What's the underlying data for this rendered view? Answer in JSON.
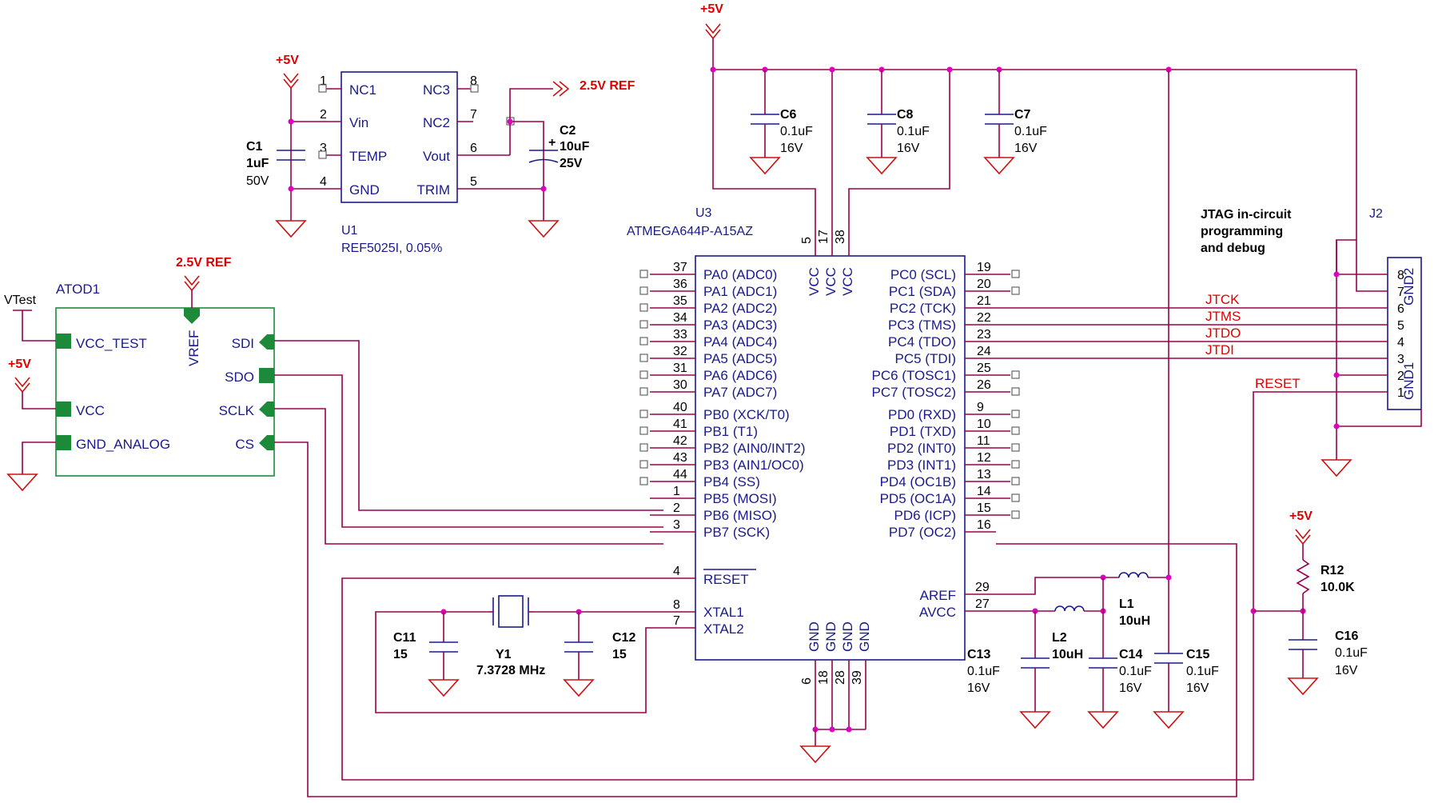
{
  "power": {
    "p5v": "+5V",
    "ref25": "2.5V REF",
    "vtest": "VTest"
  },
  "u1": {
    "ref": "U1",
    "value": "REF5025I, 0.05%",
    "left_pins": [
      {
        "name": "NC1",
        "num": "1"
      },
      {
        "name": "Vin",
        "num": "2"
      },
      {
        "name": "TEMP",
        "num": "3"
      },
      {
        "name": "GND",
        "num": "4"
      }
    ],
    "right_pins": [
      {
        "name": "NC3",
        "num": "8"
      },
      {
        "name": "NC2",
        "num": "7"
      },
      {
        "name": "Vout",
        "num": "6"
      },
      {
        "name": "TRIM",
        "num": "5"
      }
    ]
  },
  "caps": {
    "c1": {
      "ref": "C1",
      "value": "1uF",
      "rating": "50V"
    },
    "c2": {
      "ref": "C2",
      "value": "10uF",
      "rating": "25V",
      "plus": "+"
    },
    "c6": {
      "ref": "C6",
      "value": "0.1uF",
      "rating": "16V"
    },
    "c8": {
      "ref": "C8",
      "value": "0.1uF",
      "rating": "16V"
    },
    "c7": {
      "ref": "C7",
      "value": "0.1uF",
      "rating": "16V"
    },
    "c11": {
      "ref": "C11",
      "value": "15"
    },
    "c12": {
      "ref": "C12",
      "value": "15"
    },
    "c13": {
      "ref": "C13",
      "value": "0.1uF",
      "rating": "16V"
    },
    "c14": {
      "ref": "C14",
      "value": "0.1uF",
      "rating": "16V"
    },
    "c15": {
      "ref": "C15",
      "value": "0.1uF",
      "rating": "16V"
    },
    "c16": {
      "ref": "C16",
      "value": "0.1uF",
      "rating": "16V"
    }
  },
  "u3": {
    "ref": "U3",
    "value": "ATMEGA644P-A15AZ",
    "left_pins": [
      {
        "name": "PA0 (ADC0)",
        "num": "37"
      },
      {
        "name": "PA1 (ADC1)",
        "num": "36"
      },
      {
        "name": "PA2 (ADC2)",
        "num": "35"
      },
      {
        "name": "PA3 (ADC3)",
        "num": "34"
      },
      {
        "name": "PA4 (ADC4)",
        "num": "33"
      },
      {
        "name": "PA5 (ADC5)",
        "num": "32"
      },
      {
        "name": "PA6 (ADC6)",
        "num": "31"
      },
      {
        "name": "PA7 (ADC7)",
        "num": "30"
      },
      {
        "name": "PB0 (XCK/T0)",
        "num": "40"
      },
      {
        "name": "PB1 (T1)",
        "num": "41"
      },
      {
        "name": "PB2 (AIN0/INT2)",
        "num": "42"
      },
      {
        "name": "PB3 (AIN1/OC0)",
        "num": "43"
      },
      {
        "name": "PB4 (SS)",
        "num": "44"
      },
      {
        "name": "PB5 (MOSI)",
        "num": "1"
      },
      {
        "name": "PB6 (MISO)",
        "num": "2"
      },
      {
        "name": "PB7 (SCK)",
        "num": "3"
      }
    ],
    "reset": {
      "name": "RESET",
      "num": "4"
    },
    "xtal1": {
      "name": "XTAL1",
      "num": "8"
    },
    "xtal2": {
      "name": "XTAL2",
      "num": "7"
    },
    "right_pins": [
      {
        "name": "PC0 (SCL)",
        "num": "19"
      },
      {
        "name": "PC1 (SDA)",
        "num": "20"
      },
      {
        "name": "PC2 (TCK)",
        "num": "21"
      },
      {
        "name": "PC3 (TMS)",
        "num": "22"
      },
      {
        "name": "PC4 (TDO)",
        "num": "23"
      },
      {
        "name": "PC5 (TDI)",
        "num": "24"
      },
      {
        "name": "PC6 (TOSC1)",
        "num": "25"
      },
      {
        "name": "PC7 (TOSC2)",
        "num": "26"
      },
      {
        "name": "PD0 (RXD)",
        "num": "9"
      },
      {
        "name": "PD1 (TXD)",
        "num": "10"
      },
      {
        "name": "PD2 (INT0)",
        "num": "11"
      },
      {
        "name": "PD3 (INT1)",
        "num": "12"
      },
      {
        "name": "PD4 (OC1B)",
        "num": "13"
      },
      {
        "name": "PD5 (OC1A)",
        "num": "14"
      },
      {
        "name": "PD6 (ICP)",
        "num": "15"
      },
      {
        "name": "PD7 (OC2)",
        "num": "16"
      }
    ],
    "aref": {
      "name": "AREF",
      "num": "29"
    },
    "avcc": {
      "name": "AVCC",
      "num": "27"
    },
    "vcc_pins": [
      {
        "name": "VCC",
        "num": "5"
      },
      {
        "name": "VCC",
        "num": "17"
      },
      {
        "name": "VCC",
        "num": "38"
      }
    ],
    "gnd_pins": [
      {
        "name": "GND",
        "num": "6"
      },
      {
        "name": "GND",
        "num": "18"
      },
      {
        "name": "GND",
        "num": "28"
      },
      {
        "name": "GND",
        "num": "39"
      }
    ]
  },
  "atod": {
    "ref": "ATOD1",
    "vref": "VREF",
    "left_pins": [
      "VCC_TEST",
      "VCC",
      "GND_ANALOG"
    ],
    "right_pins": [
      "SDI",
      "SDO",
      "SCLK",
      "CS"
    ]
  },
  "y1": {
    "ref": "Y1",
    "value": "7.3728 MHz"
  },
  "l1": {
    "ref": "L1",
    "value": "10uH"
  },
  "l2": {
    "ref": "L2",
    "value": "10uH"
  },
  "r12": {
    "ref": "R12",
    "value": "10.0K"
  },
  "j2": {
    "ref": "J2",
    "title": [
      "JTAG in-circuit",
      "programming",
      "and debug"
    ],
    "pins": [
      "8",
      "7",
      "6",
      "5",
      "4",
      "3",
      "2",
      "1"
    ],
    "gnd2": "GND2",
    "gnd1": "GND1"
  },
  "nets": {
    "jtck": "JTCK",
    "jtms": "JTMS",
    "jtdo": "JTDO",
    "jtdi": "JTDI",
    "reset": "RESET"
  }
}
